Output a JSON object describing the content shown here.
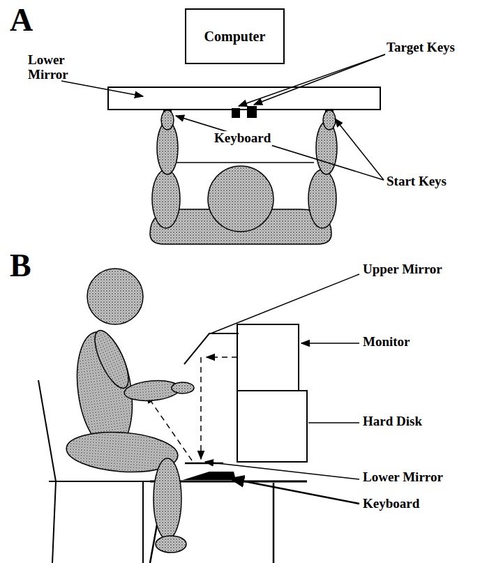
{
  "diagram": {
    "nodes": [
      {
        "text": [
          "Computer"
        ]
      }
    ],
    "labels": [
      "A",
      "Lower Mirror",
      "Target Keys",
      "Keyboard",
      "Start Keys",
      "B",
      "Upper Mirror",
      "Monitor",
      "Hard Disk",
      "Lower Mirror",
      "Keyboard"
    ]
  }
}
